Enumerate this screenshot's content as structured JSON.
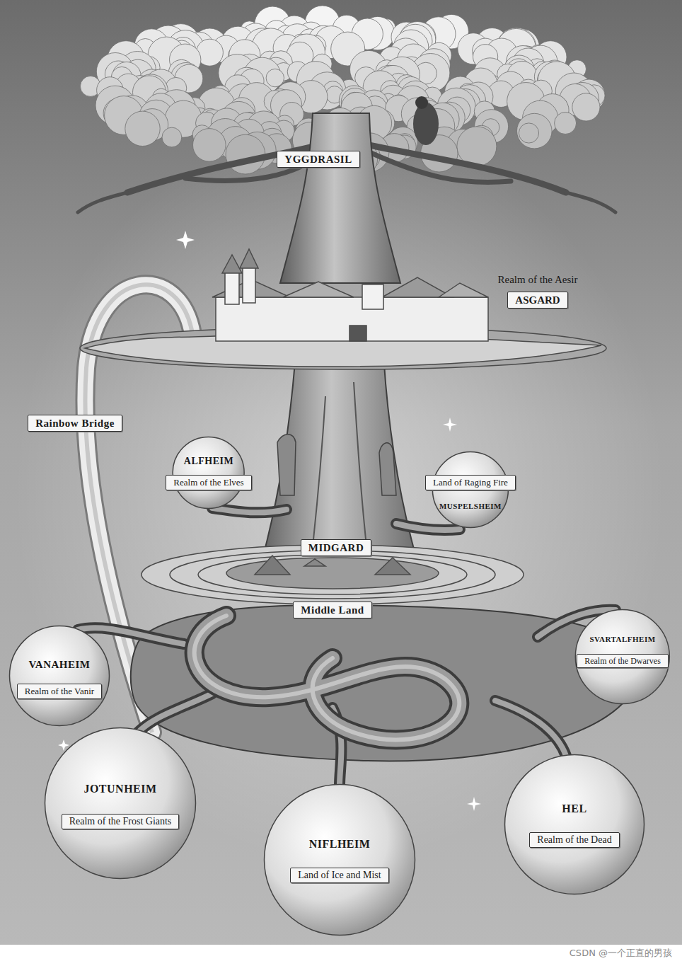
{
  "diagram": {
    "nodes": [
      {
        "text": [
          "YGGDRASIL"
        ]
      },
      {
        "text": [
          "Realm of the Aesir",
          "ASGARD"
        ]
      },
      {
        "text": [
          "Rainbow Bridge"
        ]
      },
      {
        "text": [
          "ALFHEIM",
          "Realm of the Elves"
        ]
      },
      {
        "text": [
          "Land of Raging Fire",
          "MUSPELSHEIM"
        ]
      },
      {
        "text": [
          "MIDGARD"
        ]
      },
      {
        "text": [
          "Middle Land"
        ]
      },
      {
        "text": [
          "VANAHEIM",
          "Realm of the Vanir"
        ]
      },
      {
        "text": [
          "SVARTALFHEIM",
          "Realm of the Dwarves"
        ]
      },
      {
        "text": [
          "JOTUNHEIM",
          "Realm of the Frost Giants"
        ]
      },
      {
        "text": [
          "NIFLHEIM",
          "Land of Ice and Mist"
        ]
      },
      {
        "text": [
          "HEL",
          "Realm of the Dead"
        ]
      }
    ],
    "labels": [
      "CSDN @一个正直的男孩"
    ]
  }
}
